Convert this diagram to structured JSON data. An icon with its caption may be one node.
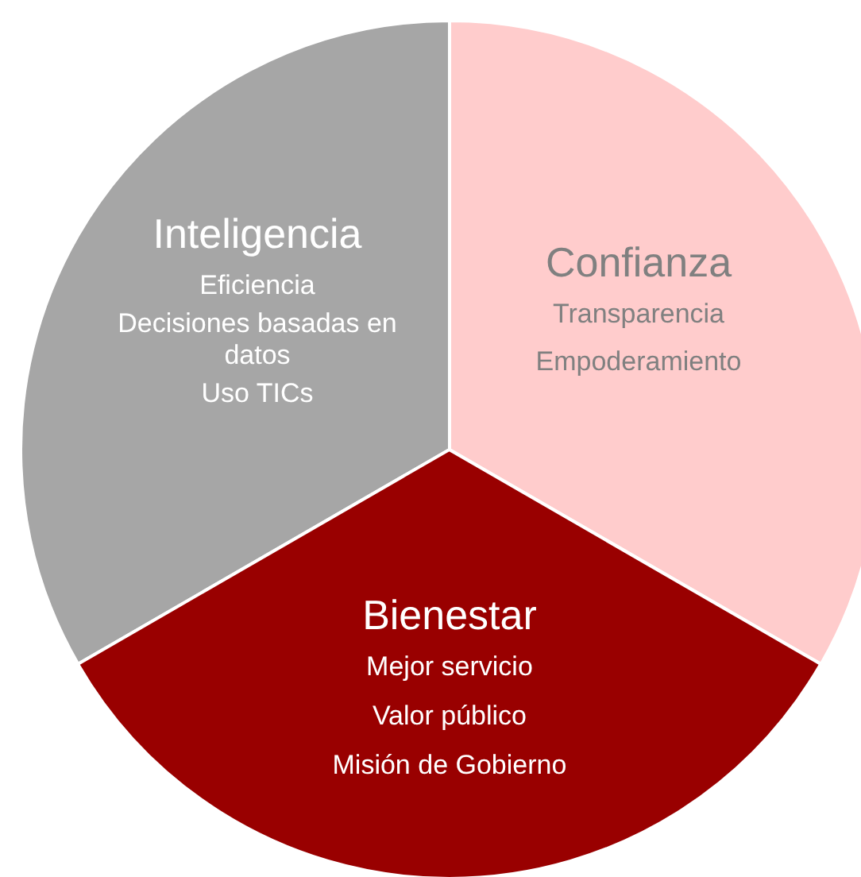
{
  "diagram": {
    "nodes": [
      {
        "text": [
          "Inteligencia",
          "Eficiencia",
          "Decisiones basadas en datos",
          "Uso TICs"
        ]
      },
      {
        "text": [
          "Confianza",
          "Transparencia",
          "Empoderamiento"
        ]
      },
      {
        "text": [
          "Bienestar",
          "Mejor servicio",
          "Valor público",
          "Misión de Gobierno"
        ]
      }
    ]
  }
}
